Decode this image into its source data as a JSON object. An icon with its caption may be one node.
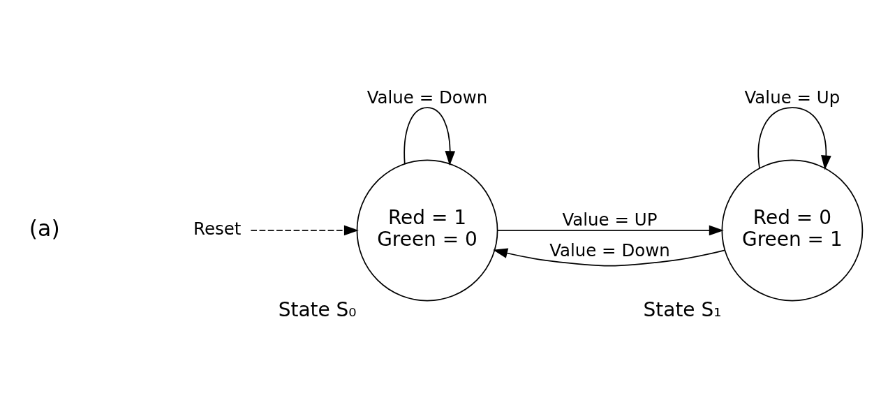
{
  "diagram": {
    "nodes": [
      {
        "text": [
          "Reset"
        ]
      },
      {
        "text": [
          "Red = 1",
          "Green = 0"
        ],
        "beside": [
          "State S₀"
        ]
      },
      {
        "text": [
          "Red = 0",
          "Green = 1"
        ],
        "beside": [
          "State S₁"
        ]
      }
    ],
    "edges": [
      {
        "from": 0,
        "to": 1,
        "arrow": "to",
        "style": "dashed"
      },
      {
        "from": 1,
        "to": 1,
        "arrow": "to",
        "label": "Value = Down"
      },
      {
        "from": 1,
        "to": 2,
        "arrow": "to",
        "label": "Value = UP"
      },
      {
        "from": 2,
        "to": 2,
        "arrow": "to",
        "label": "Value = Up"
      },
      {
        "from": 2,
        "to": 1,
        "arrow": "to",
        "label": "Value = Down"
      }
    ],
    "labels": [
      "(a)"
    ]
  }
}
